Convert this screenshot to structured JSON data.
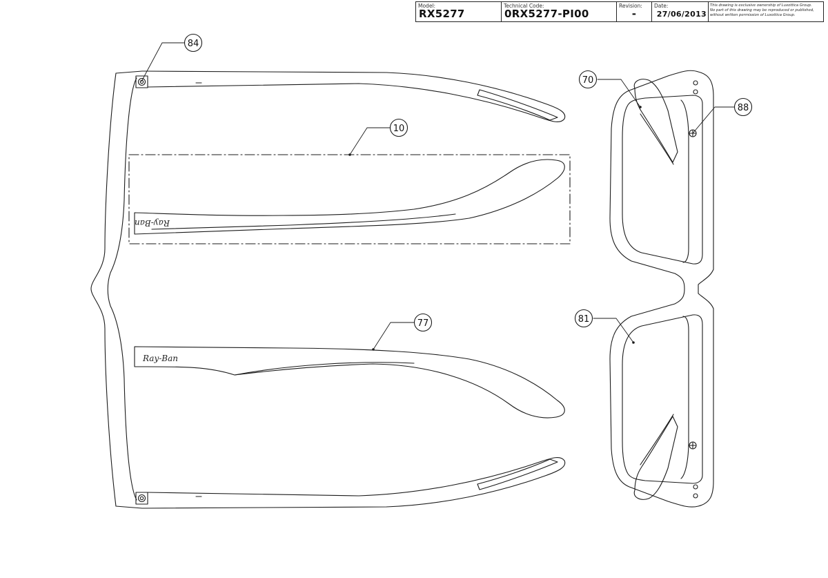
{
  "title_block": {
    "model_label": "Model:",
    "model_value": "RX5277",
    "code_label": "Technical Code:",
    "code_value": "0RX5277-PI00",
    "revision_label": "Revision:",
    "revision_value": "-",
    "date_label": "Date:",
    "date_value": "27/06/2013",
    "notice_line1": "This drawing is exclusive ownership of Luxottica Group.",
    "notice_line2": "No part of this drawing may be reproduced or published,",
    "notice_line3": "without written permission of Luxottica Group."
  },
  "callouts": [
    {
      "label": "84"
    },
    {
      "label": "10"
    },
    {
      "label": "77"
    },
    {
      "label": "70"
    },
    {
      "label": "88"
    },
    {
      "label": "81"
    }
  ],
  "temple_logo": "Ray-Ban",
  "colors": {
    "line": "#1a1a1a",
    "background": "#ffffff"
  }
}
